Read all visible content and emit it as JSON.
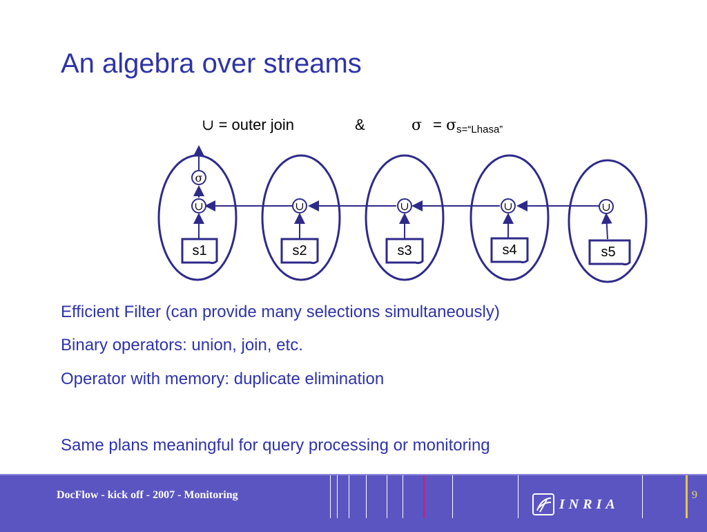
{
  "slide": {
    "title": "An algebra over streams",
    "legend": {
      "union_symbol": "∪",
      "union_def": "= outer join",
      "separator": "&",
      "sigma_symbol": "σ",
      "sigma_eq": "=",
      "sigma_rhs": "σ",
      "sigma_subscript": "s=“Lhasa”"
    },
    "diagram": {
      "streams": [
        "s1",
        "s2",
        "s3",
        "s4",
        "s5"
      ],
      "union_symbol": "∪",
      "select_symbol": "σ",
      "color": "#2e2a8a"
    },
    "bullets": [
      "Efficient Filter (can provide many selections simultaneously)",
      "Binary operators: union, join, etc.",
      "Operator with memory: duplicate elimination",
      "Same plans meaningful for query processing or monitoring"
    ]
  },
  "footer": {
    "text": "DocFlow - kick off -  2007 - Monitoring",
    "page_number": "9",
    "logo_text": "INRIA",
    "bg_color": "#5b55c2"
  }
}
